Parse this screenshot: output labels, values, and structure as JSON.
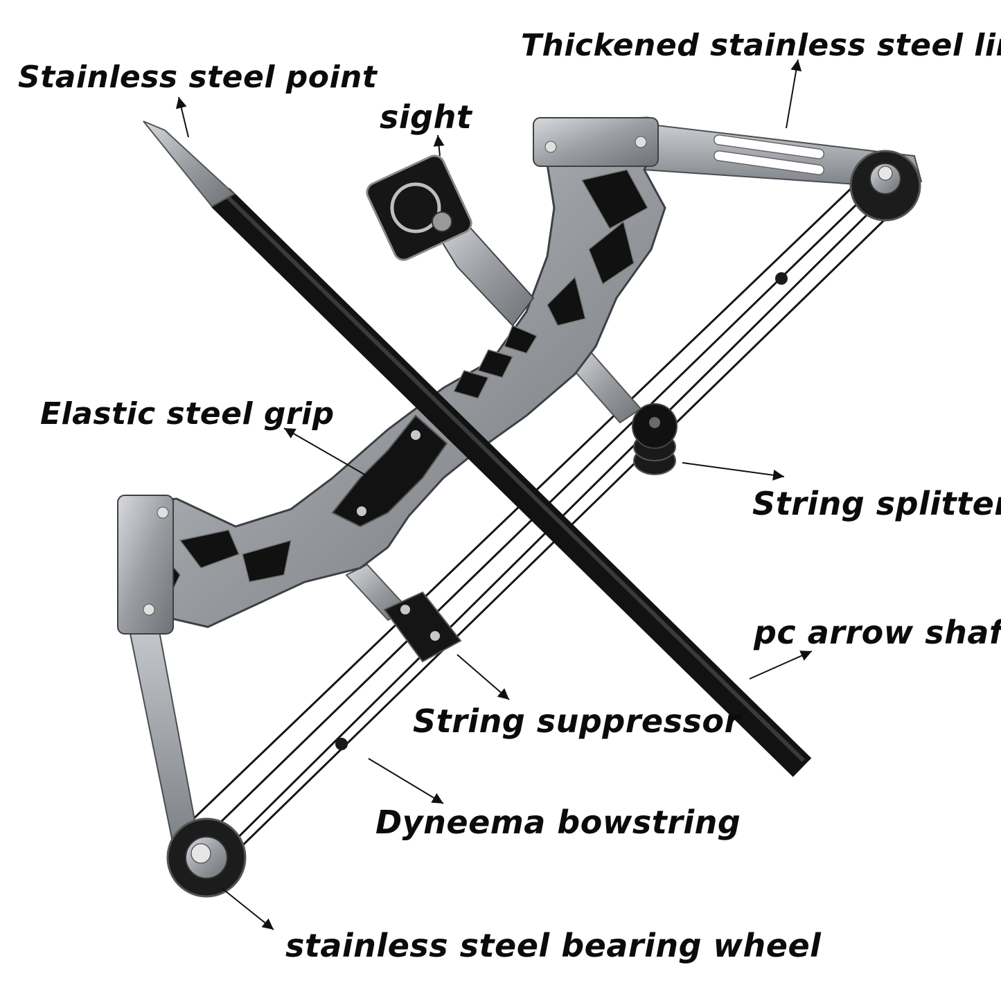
{
  "labels": {
    "thickened_limbs": "Thickened stainless steel limbs",
    "steel_point": "Stainless steel point",
    "sight": "sight",
    "grip": "Elastic steel grip",
    "string_splitter": "String splitter",
    "arrow_shaft": "pc arrow shaft",
    "string_suppressor": "String suppressor",
    "bowstring": "Dyneema bowstring",
    "bearing_wheel": "stainless steel bearing wheel"
  },
  "colors": {
    "background": "#ffffff",
    "text": "#0b0b0b",
    "steel": "#9a9ea3",
    "steel_dark": "#6e7277",
    "black": "#111111"
  }
}
